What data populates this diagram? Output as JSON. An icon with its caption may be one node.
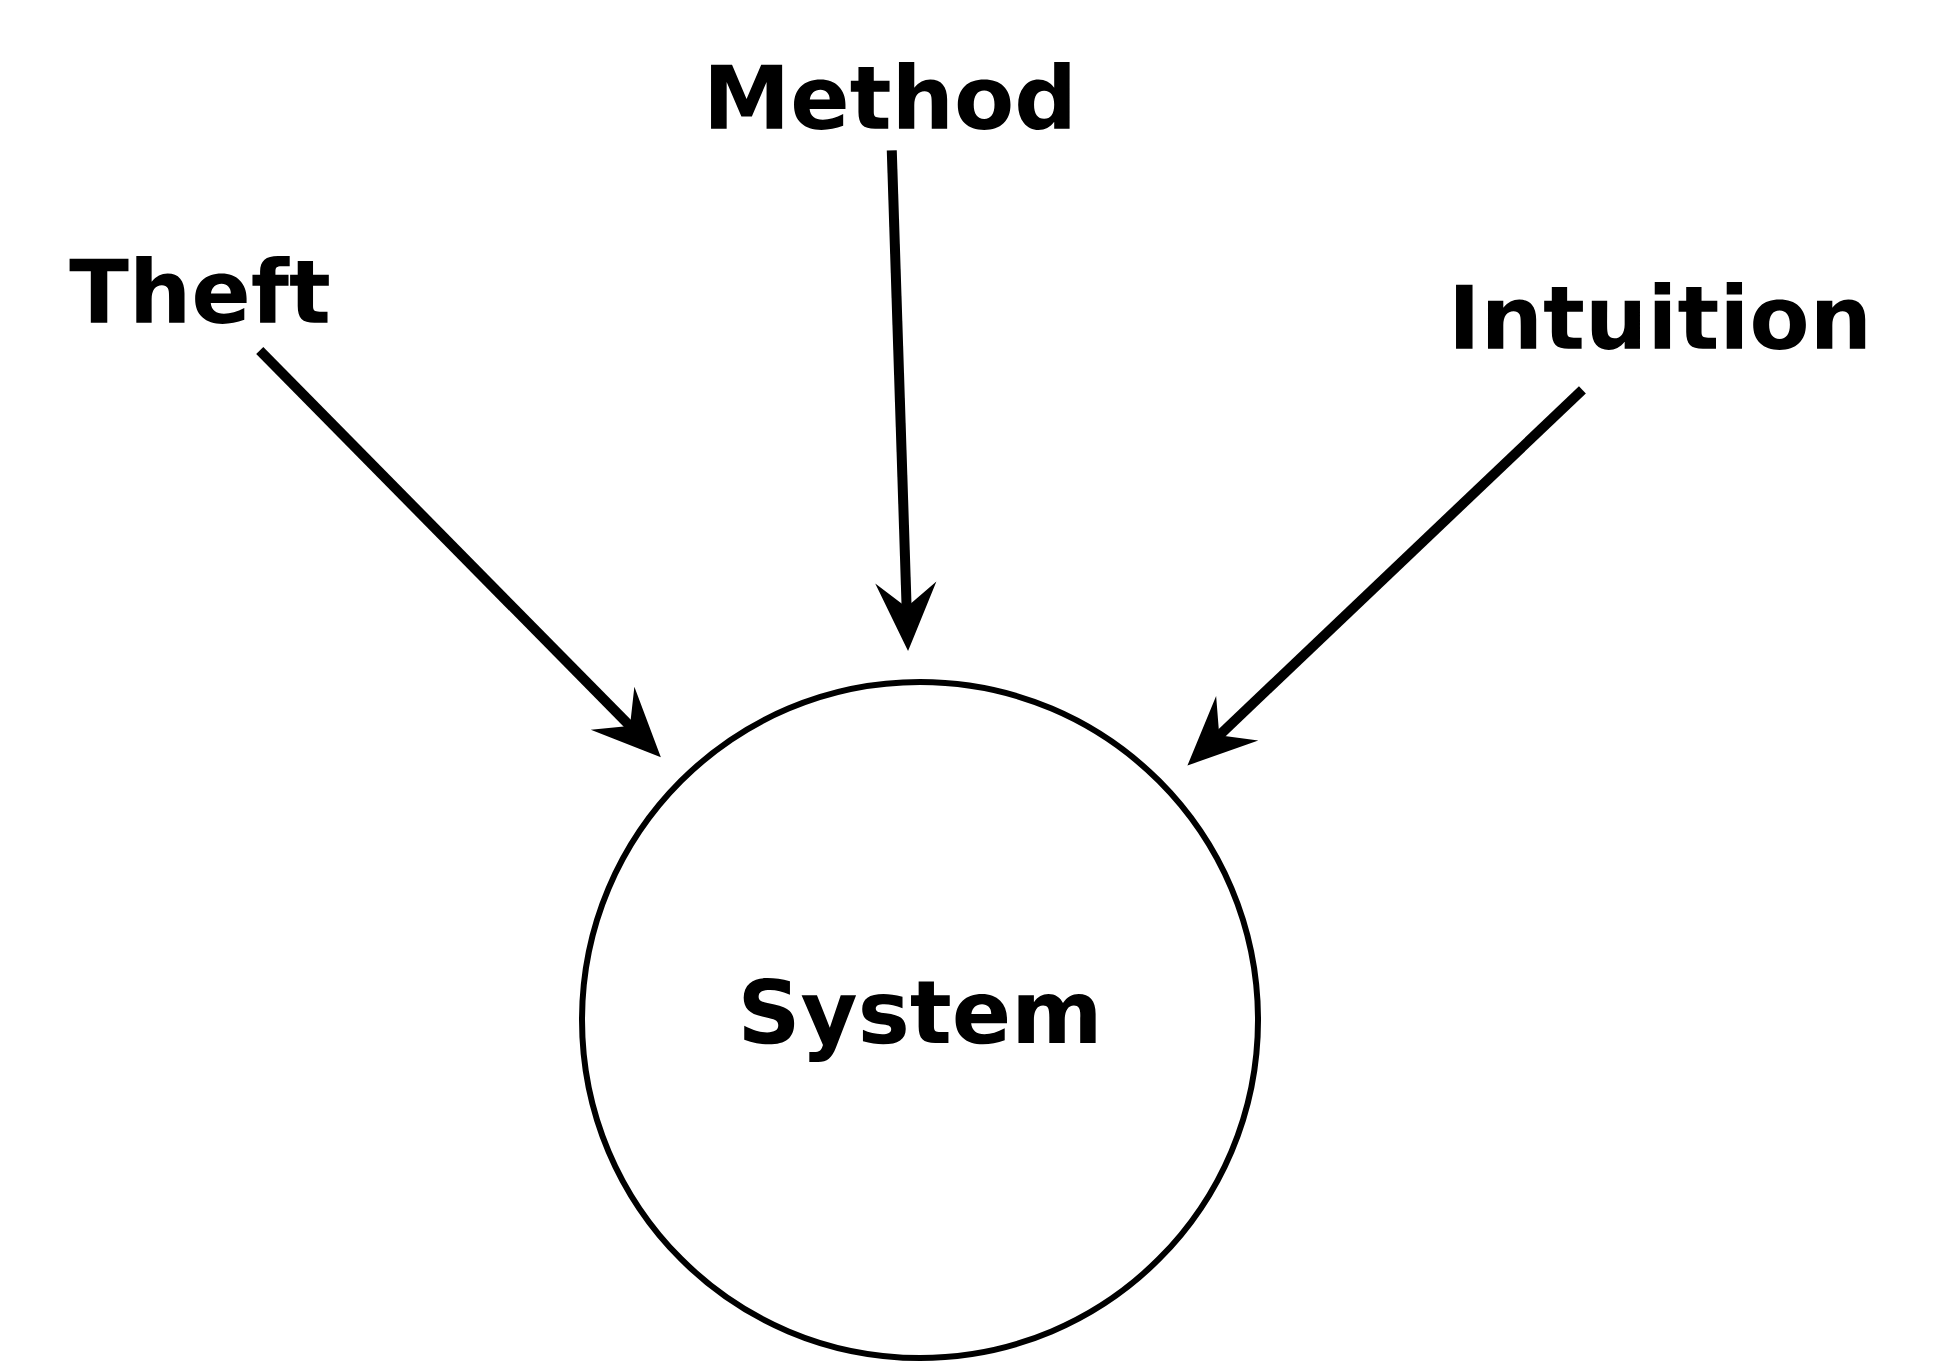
{
  "diagram": {
    "nodes": [
      {
        "text": [
          "Theft"
        ]
      },
      {
        "text": [
          "Method"
        ]
      },
      {
        "text": [
          "Intuition"
        ]
      },
      {
        "text": [
          "System"
        ]
      }
    ],
    "edges": [
      {
        "from": 0,
        "to": 3,
        "arrow": "to"
      },
      {
        "from": 1,
        "to": 3,
        "arrow": "to"
      },
      {
        "from": 2,
        "to": 3,
        "arrow": "to"
      }
    ]
  }
}
